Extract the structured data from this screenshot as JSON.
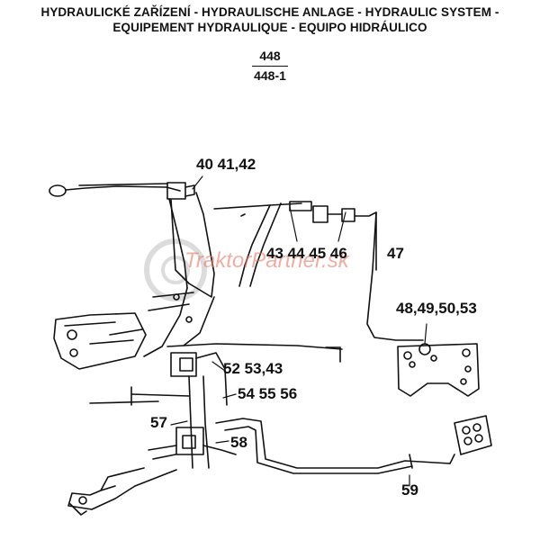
{
  "header": {
    "title_line1": "HYDRAULICKÉ ZAŘÍZENÍ - HYDRAULISCHE ANLAGE - HYDRAULIC SYSTEM -",
    "title_line2": "EQUIPEMENT HYDRAULIQUE - EQUIPO HIDRÁULICO",
    "model_top": "448",
    "model_bottom": "448-1"
  },
  "callouts": {
    "c1": "40 41,42",
    "c2": "43 44 45 46",
    "c3": "47",
    "c4": "48,49,50,53",
    "c5": "52 53,43",
    "c6": "54 55 56",
    "c7": "57",
    "c8": "58",
    "c9": "59"
  },
  "watermark": "TraktorPartner.sk",
  "colors": {
    "ink": "#111111",
    "watermark": "#e07a6a"
  }
}
